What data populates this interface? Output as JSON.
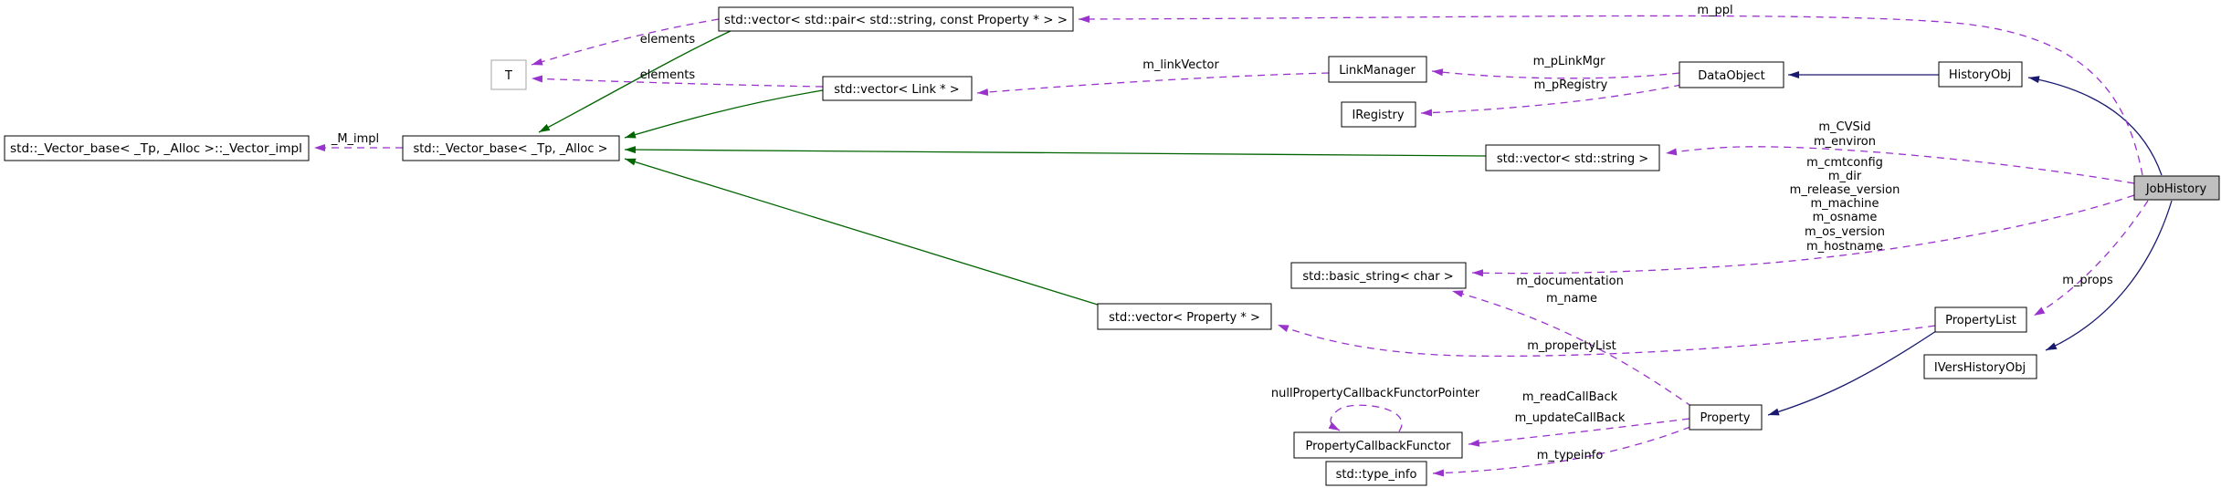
{
  "diagram": {
    "title": "JobHistory collaboration diagram",
    "colors": {
      "usage_edge": "#9a32cd",
      "inheritance_edge": "#191970",
      "template_edge": "#006400",
      "main_node_fill": "#bfbfbf",
      "node_fill": "#ffffff",
      "node_border": "#000000"
    },
    "nodes": {
      "vector_impl": {
        "label": "std::_Vector_base< _Tp, _Alloc >::_Vector_impl"
      },
      "vector_base": {
        "label": "std::_Vector_base< _Tp, _Alloc >"
      },
      "t": {
        "label": "T"
      },
      "pair_vector": {
        "label": "std::vector< std::pair< std::string, const Property * > >"
      },
      "link_vector": {
        "label": "std::vector< Link * >"
      },
      "linkmanager": {
        "label": "LinkManager"
      },
      "iregistry": {
        "label": "IRegistry"
      },
      "dataobject": {
        "label": "DataObject"
      },
      "historyobj": {
        "label": "HistoryObj"
      },
      "string_vector": {
        "label": "std::vector< std::string >"
      },
      "basic_string": {
        "label": "std::basic_string< char >"
      },
      "prop_vector": {
        "label": "std::vector< Property * >"
      },
      "propertylist": {
        "label": "PropertyList"
      },
      "ivershistoryobj": {
        "label": "IVersHistoryObj"
      },
      "property": {
        "label": "Property"
      },
      "pcf": {
        "label": "PropertyCallbackFunctor"
      },
      "typeinfo": {
        "label": "std::type_info"
      },
      "jobhistory": {
        "label": "JobHistory"
      }
    },
    "edge_labels": {
      "m_impl": "_M_impl",
      "elements_upper": "elements",
      "elements_lower": "elements",
      "m_linkVector": "m_linkVector",
      "m_pLinkMgr": "m_pLinkMgr",
      "m_pRegistry": "m_pRegistry",
      "m_ppl": "m_ppl",
      "m_props": "m_props",
      "m_documentation": "m_documentation",
      "m_name": "m_name",
      "m_propertyList": "m_propertyList",
      "nullPropertyCallbackFunctorPointer": "nullPropertyCallbackFunctorPointer",
      "m_readCallBack": "m_readCallBack",
      "m_updateCallBack": "m_updateCallBack",
      "m_typeinfo": "m_typeinfo"
    },
    "member_block": [
      "m_CVSid",
      "m_environ",
      "m_cmtconfig",
      "m_dir",
      "m_release_version",
      "m_machine",
      "m_osname",
      "m_os_version",
      "m_hostname"
    ]
  }
}
